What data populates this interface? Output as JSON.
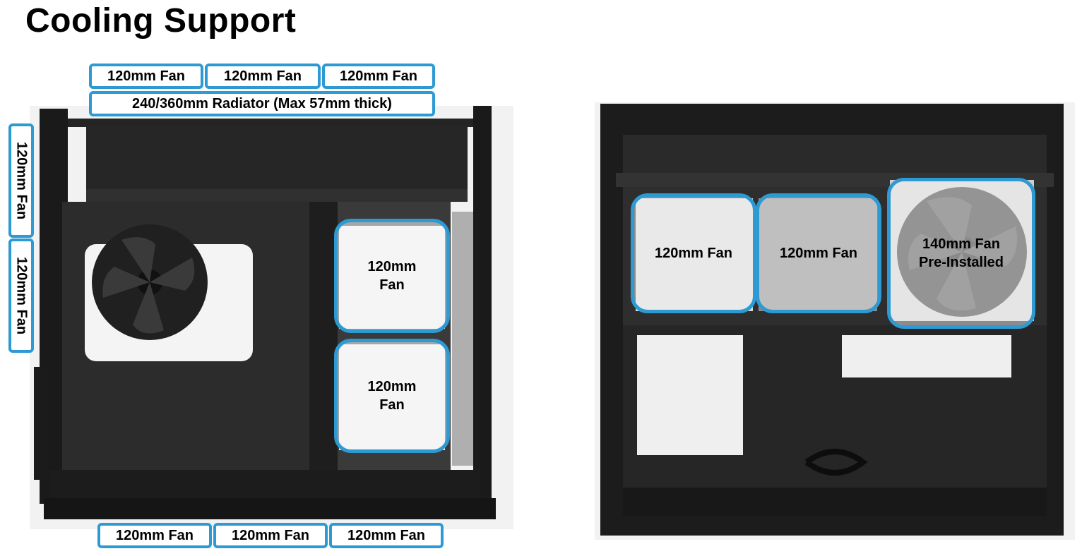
{
  "heading": "Cooling Support",
  "top_labels": [
    "120mm Fan",
    "120mm Fan",
    "120mm Fan"
  ],
  "radiator_label": "240/360mm Radiator (Max 57mm thick)",
  "side_labels": [
    "120mm Fan",
    "120mm Fan"
  ],
  "bottom_labels": [
    "120mm Fan",
    "120mm Fan",
    "120mm Fan"
  ],
  "left_zones": [
    {
      "line1": "120mm",
      "line2": "Fan"
    },
    {
      "line1": "120mm",
      "line2": "Fan"
    }
  ],
  "right_zones": [
    {
      "line1": "120mm Fan",
      "line2": ""
    },
    {
      "line1": "120mm Fan",
      "line2": ""
    },
    {
      "line1": "140mm Fan",
      "line2": "Pre-Installed"
    }
  ],
  "colors": {
    "accent": "#2e9ad3",
    "chassis": "#1c1c1c",
    "panel": "#2b2b2b"
  }
}
